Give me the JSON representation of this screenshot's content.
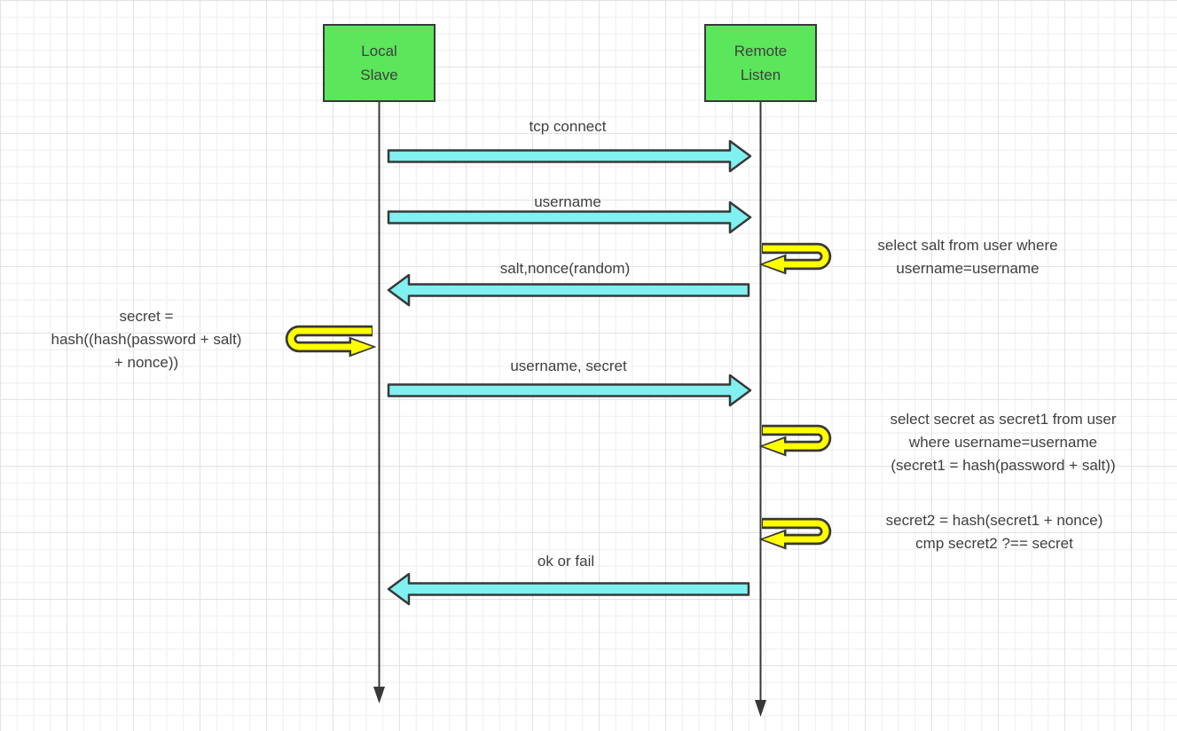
{
  "diagram": {
    "type": "sequence-diagram",
    "actors": [
      {
        "id": "local-slave",
        "label": "Local\nSlave"
      },
      {
        "id": "remote-listen",
        "label": "Remote\nListen"
      }
    ],
    "messages": [
      {
        "from": "Local Slave",
        "to": "Remote Listen",
        "direction": "right",
        "label": "tcp connect"
      },
      {
        "from": "Local Slave",
        "to": "Remote Listen",
        "direction": "right",
        "label": "username"
      },
      {
        "from": "Remote Listen",
        "to": "Local Slave",
        "direction": "left",
        "label": "salt,nonce(random)"
      },
      {
        "from": "Local Slave",
        "to": "Remote Listen",
        "direction": "right",
        "label": "username, secret"
      },
      {
        "from": "Remote Listen",
        "to": "Local Slave",
        "direction": "left",
        "label": "ok or fail"
      }
    ],
    "self_calls": [
      {
        "actor": "Remote Listen",
        "side": "right",
        "label": "select salt from user where\nusername=username"
      },
      {
        "actor": "Local Slave",
        "side": "left",
        "label": "secret =\nhash((hash(password + salt)\n+ nonce))"
      },
      {
        "actor": "Remote Listen",
        "side": "right",
        "label": "select secret as secret1 from user\nwhere username=username\n(secret1 = hash(password + salt))"
      },
      {
        "actor": "Remote Listen",
        "side": "right",
        "label": "secret2 = hash(secret1 + nonce)\ncmp secret2 ?== secret"
      }
    ],
    "colors": {
      "actor_fill": "#5ce65c",
      "message_fill": "#80f0f0",
      "self_call_fill": "#ffff00",
      "stroke": "#383838",
      "text": "#3f3f3f",
      "grid_minor": "#eeeeee",
      "grid_major": "#e2e2e2",
      "background": "#ffffff"
    }
  }
}
